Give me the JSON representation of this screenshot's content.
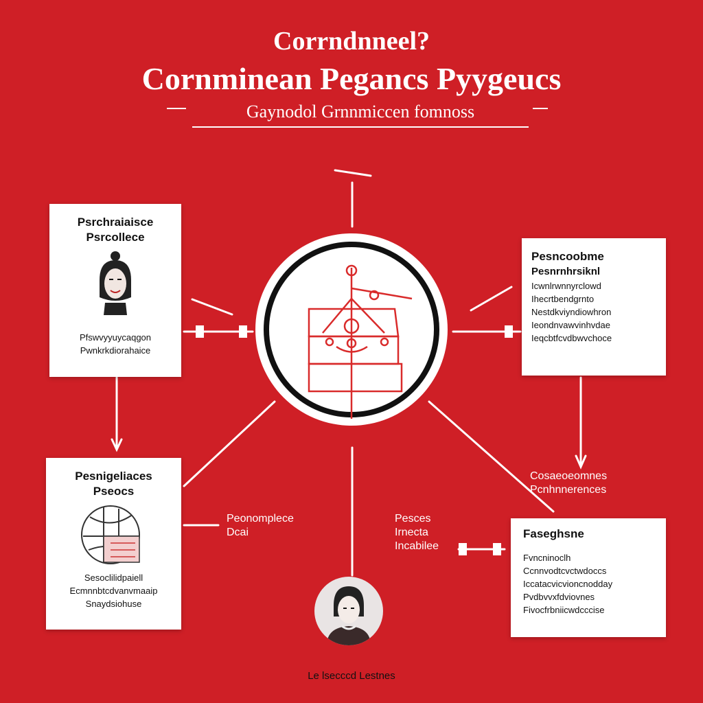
{
  "header": {
    "title_top": "Corrndnneel?",
    "title_main": "Cornminean Pegancs Pyygeucs",
    "subtitle": "Gaynodol Grnnmiccen fomnoss"
  },
  "center_node": {
    "icon": "pendulum-diagram-icon"
  },
  "boxes": {
    "top_left": {
      "title": "Psrchraiaisce",
      "subtitle": "Psrcollece",
      "icon": "person-portrait-icon",
      "lines": [
        "Pfswvyyuycaqgon",
        "Pwnkrkdiorahaice"
      ]
    },
    "top_right": {
      "title": "Pesncoobme",
      "subtitle": "Pesnrnhrsiknl",
      "lines": [
        "Icwnlrwnnyrclowd",
        "Ihecrtbendgrnto",
        "Nestdkviyndiowhron",
        "Ieondnvawvinhvdae",
        "Ieqcbtfcvdbwvchoce"
      ]
    },
    "bottom_left": {
      "title": "Pesnigeliaces",
      "subtitle": "Pseocs",
      "icon": "globe-sketch-icon",
      "lines": [
        "Sesoclilidpaiell",
        "Ecmnnbtcdvanvmaaip",
        "Snaydsiohuse"
      ]
    },
    "bottom_right": {
      "title": "Faseghsne",
      "lines": [
        "Fvncninoclh",
        "Ccnnvodtcvctwdoccs",
        "Iccatacvicvioncnodday",
        "Pvdbvvxfdviovnes",
        "Fivocfrbniicwdcccise"
      ]
    }
  },
  "labels": {
    "mid_left": [
      "Peonomplece",
      "Dcai"
    ],
    "mid_center": [
      "Pesces",
      "Irnecta",
      "Incabilee"
    ],
    "mid_right": [
      "Cosaeoeomnes",
      "Pcnhnnerences"
    ]
  },
  "footer": {
    "text": "Le lsecccd Lestnes"
  },
  "colors": {
    "background": "#cf1f26",
    "accent": "#e63b3b",
    "ink": "#111111"
  }
}
